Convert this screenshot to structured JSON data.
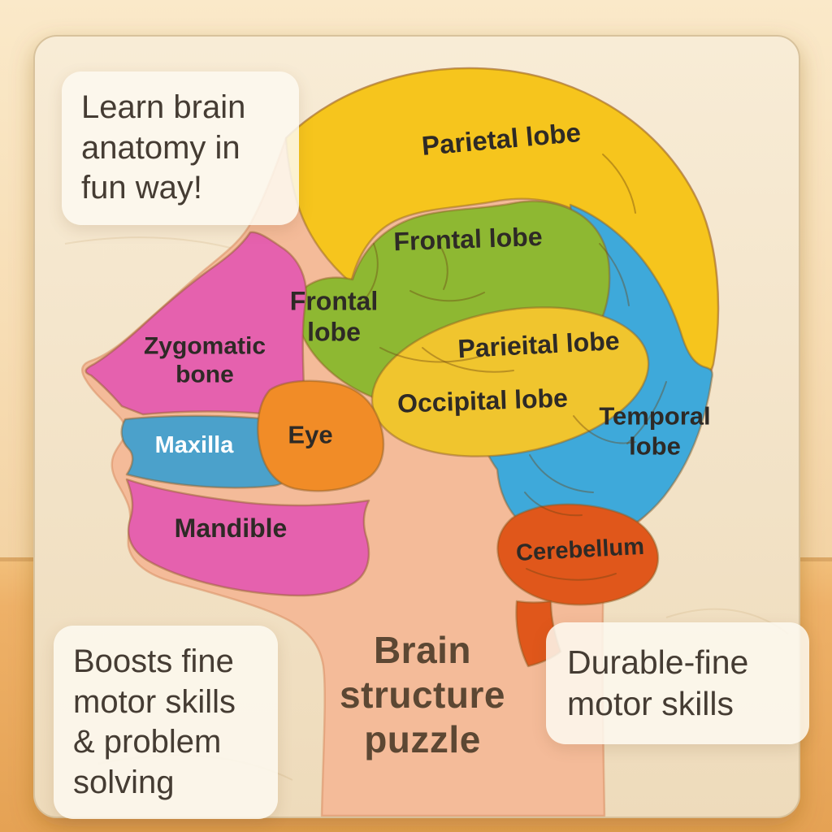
{
  "board": {
    "title": "Brain\nstructure\npuzzle"
  },
  "cards": {
    "top_left": "Learn brain\nanatomy in\nfun way!",
    "bottom_left": "Boosts fine\nmotor skills\n& problem\nsolving",
    "bottom_right": "Durable-fine\nmotor skills"
  },
  "labels": {
    "parietal": "Parietal lobe",
    "frontal_upper": "Frontal lobe",
    "frontal_lower": "Frontal\nlobe",
    "parieital": "Parieital lobe",
    "occipital": "Occipital lobe",
    "temporal": "Temporal\nlobe",
    "cerebellum": "Cerebellum",
    "zygomatic": "Zygomatic\nbone",
    "maxilla": "Maxilla",
    "eye": "Eye",
    "mandible": "Mandible"
  },
  "colors": {
    "parietal_yellow": "#f6c51d",
    "frontal_green": "#8eb832",
    "temporal_blue": "#3ea9da",
    "occipital_yellow": "#f0c52e",
    "cerebellum_orange": "#e0571b",
    "face_pink": "#e561ae",
    "maxilla_blue": "#4ba1cb",
    "eye_orange": "#f18c27",
    "skin": "#f4bb99",
    "board_wood": "#f3e4c9"
  }
}
